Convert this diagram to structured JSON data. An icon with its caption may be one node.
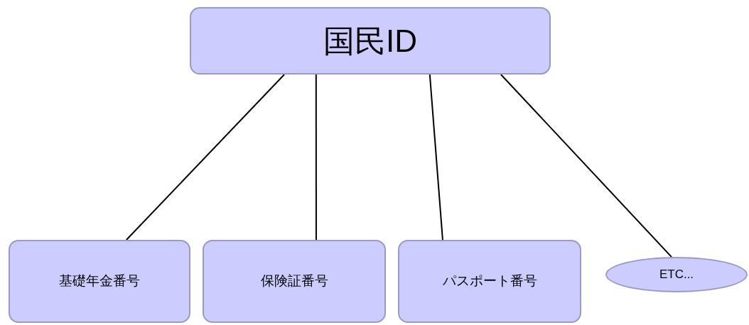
{
  "diagram": {
    "nodes": [
      {
        "text": [
          "国民ID"
        ]
      },
      {
        "text": [
          "基礎年金番号"
        ]
      },
      {
        "text": [
          "保険証番号"
        ]
      },
      {
        "text": [
          "パスポート番号"
        ]
      },
      {
        "text": [
          "ETC..."
        ]
      }
    ],
    "edges": [
      {
        "from": 0,
        "to": 1,
        "arrow": "none"
      },
      {
        "from": 0,
        "to": 2,
        "arrow": "none"
      },
      {
        "from": 0,
        "to": 3,
        "arrow": "none"
      },
      {
        "from": 0,
        "to": 4,
        "arrow": "none"
      }
    ]
  }
}
